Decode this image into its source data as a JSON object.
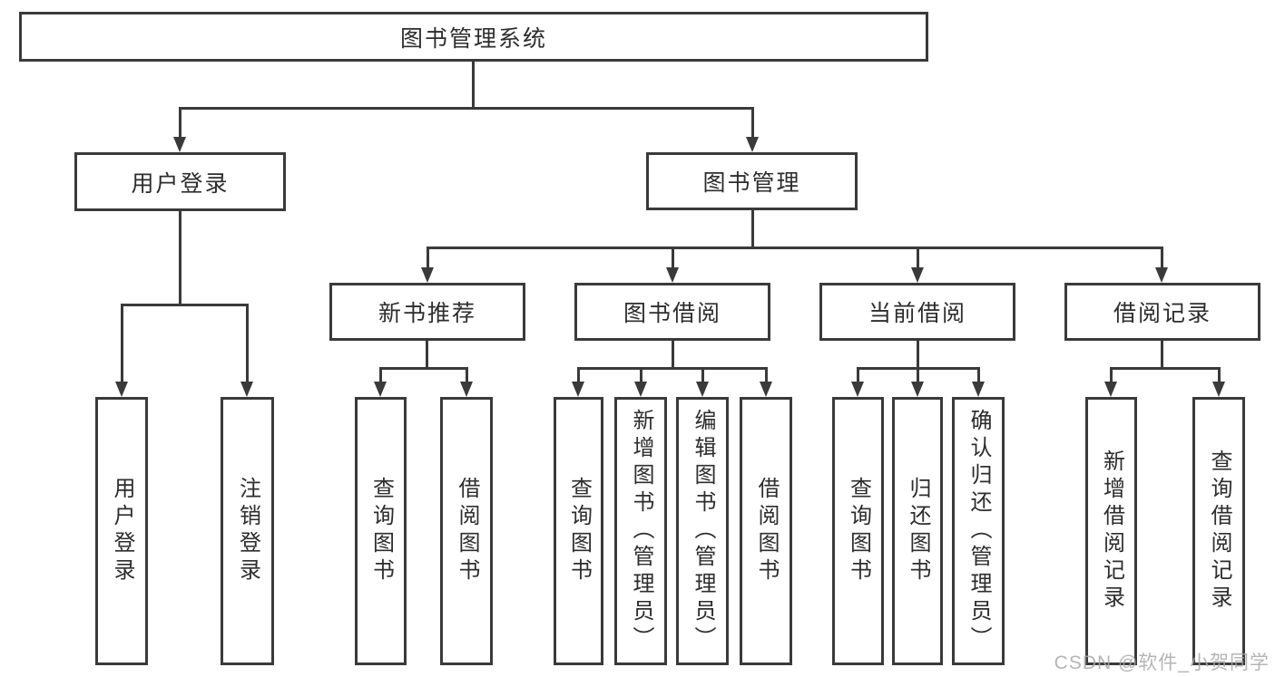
{
  "root": {
    "label": "图书管理系统"
  },
  "level2": [
    {
      "label": "用户登录"
    },
    {
      "label": "图书管理"
    }
  ],
  "level3": [
    {
      "label": "新书推荐"
    },
    {
      "label": "图书借阅"
    },
    {
      "label": "当前借阅"
    },
    {
      "label": "借阅记录"
    }
  ],
  "leaves": [
    {
      "label": "用户登录",
      "parent": "用户登录"
    },
    {
      "label": "注销登录",
      "parent": "用户登录"
    },
    {
      "label": "查询图书",
      "parent": "新书推荐"
    },
    {
      "label": "借阅图书",
      "parent": "新书推荐"
    },
    {
      "label": "查询图书",
      "parent": "图书借阅"
    },
    {
      "label": "新增图书（管理员）",
      "parent": "图书借阅"
    },
    {
      "label": "编辑图书（管理员）",
      "parent": "图书借阅"
    },
    {
      "label": "借阅图书",
      "parent": "图书借阅"
    },
    {
      "label": "查询图书",
      "parent": "当前借阅"
    },
    {
      "label": "归还图书",
      "parent": "当前借阅"
    },
    {
      "label": "确认归还（管理员）",
      "parent": "当前借阅"
    },
    {
      "label": "新增借阅记录",
      "parent": "借阅记录"
    },
    {
      "label": "查询借阅记录",
      "parent": "借阅记录"
    }
  ],
  "watermark": {
    "text": "CSDN @软件_小贺同学"
  },
  "colors": {
    "line": "#3a3a3a",
    "text": "#2d2d2d",
    "watermark": "#a8a8a8"
  }
}
